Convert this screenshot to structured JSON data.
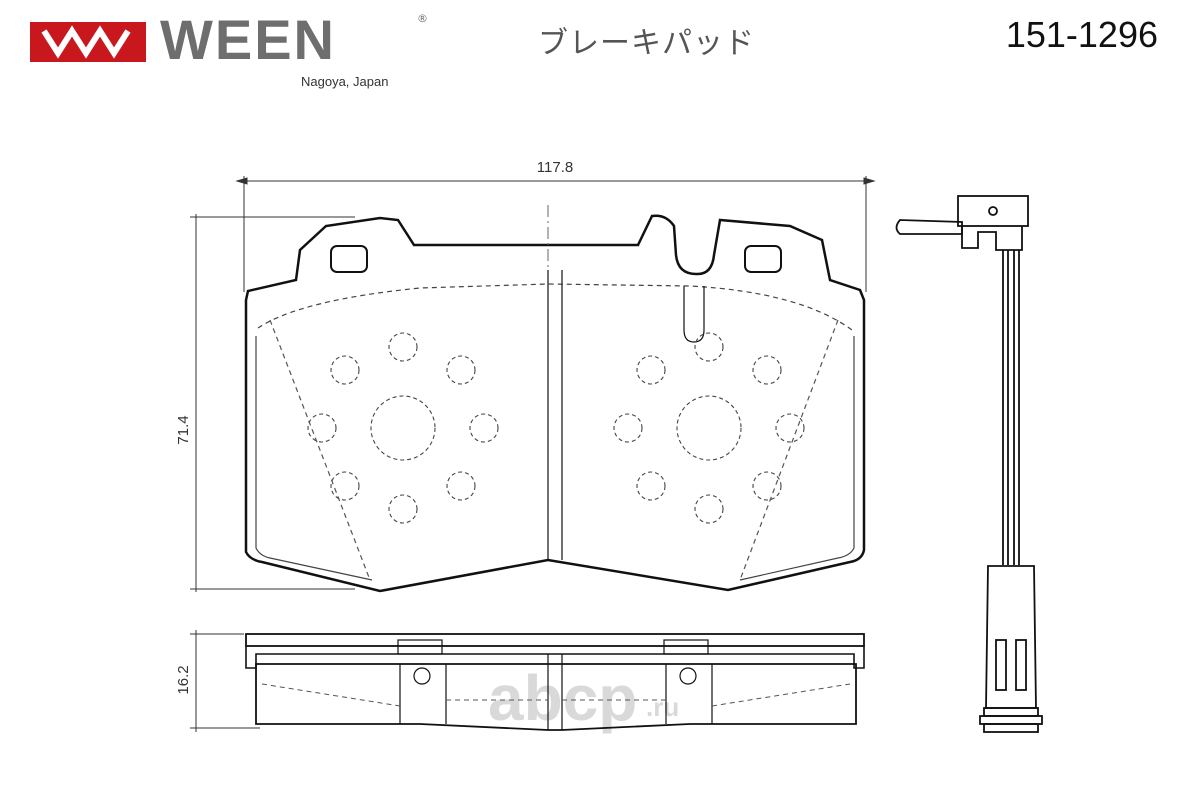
{
  "header": {
    "brand": "WEEN",
    "registered_mark": "®",
    "origin": "Nagoya, Japan",
    "product_type": "ブレーキパッド",
    "part_number": "151-1296",
    "brand_color": "#c8181e"
  },
  "dimensions": {
    "width": "117.8",
    "height": "71.4",
    "thickness": "16.2"
  },
  "watermark": {
    "text": "abcp",
    "suffix": ".ru"
  },
  "icons": {
    "logo": "ween-logo-icon"
  }
}
